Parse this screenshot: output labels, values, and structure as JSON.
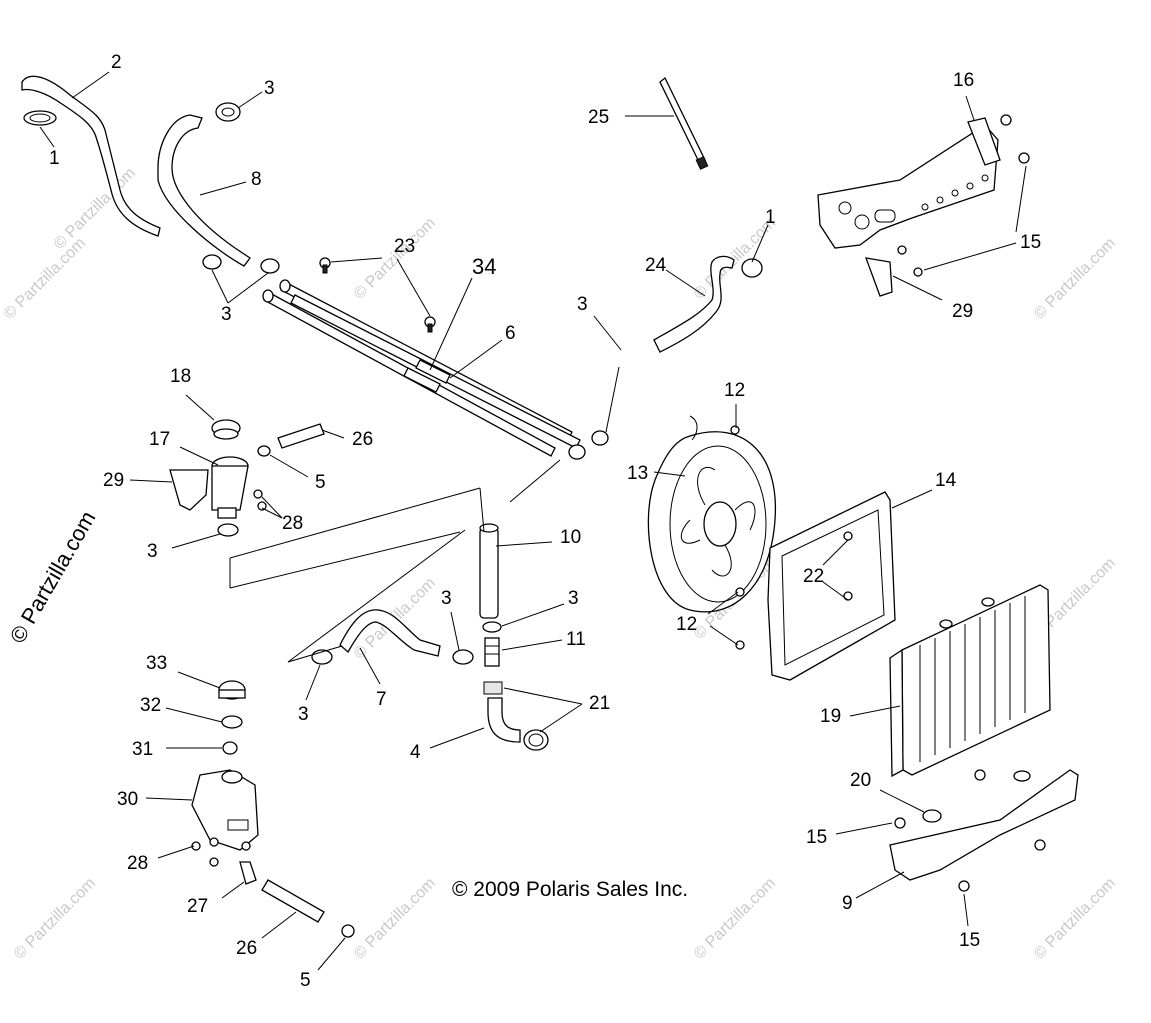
{
  "diagram": {
    "copyright": "© 2009 Polaris Sales Inc.",
    "side_watermark": "© Partzilla.com",
    "tile_watermark": "© Partzilla.com",
    "callouts": [
      {
        "id": "c-2",
        "label": "2"
      },
      {
        "id": "c-1a",
        "label": "1"
      },
      {
        "id": "c-3a",
        "label": "3"
      },
      {
        "id": "c-8",
        "label": "8"
      },
      {
        "id": "c-3b",
        "label": "3"
      },
      {
        "id": "c-23",
        "label": "23"
      },
      {
        "id": "c-34",
        "label": "34"
      },
      {
        "id": "c-6",
        "label": "6"
      },
      {
        "id": "c-25",
        "label": "25"
      },
      {
        "id": "c-1b",
        "label": "1"
      },
      {
        "id": "c-24",
        "label": "24"
      },
      {
        "id": "c-16",
        "label": "16"
      },
      {
        "id": "c-15a",
        "label": "15"
      },
      {
        "id": "c-29a",
        "label": "29"
      },
      {
        "id": "c-3c",
        "label": "3"
      },
      {
        "id": "c-18",
        "label": "18"
      },
      {
        "id": "c-17",
        "label": "17"
      },
      {
        "id": "c-26a",
        "label": "26"
      },
      {
        "id": "c-5a",
        "label": "5"
      },
      {
        "id": "c-29b",
        "label": "29"
      },
      {
        "id": "c-28a",
        "label": "28"
      },
      {
        "id": "c-3d",
        "label": "3"
      },
      {
        "id": "c-12a",
        "label": "12"
      },
      {
        "id": "c-13",
        "label": "13"
      },
      {
        "id": "c-14",
        "label": "14"
      },
      {
        "id": "c-10",
        "label": "10"
      },
      {
        "id": "c-3e",
        "label": "3"
      },
      {
        "id": "c-3f",
        "label": "3"
      },
      {
        "id": "c-11",
        "label": "11"
      },
      {
        "id": "c-22",
        "label": "22"
      },
      {
        "id": "c-12b",
        "label": "12"
      },
      {
        "id": "c-33",
        "label": "33"
      },
      {
        "id": "c-3g",
        "label": "3"
      },
      {
        "id": "c-7",
        "label": "7"
      },
      {
        "id": "c-21",
        "label": "21"
      },
      {
        "id": "c-32",
        "label": "32"
      },
      {
        "id": "c-4",
        "label": "4"
      },
      {
        "id": "c-19",
        "label": "19"
      },
      {
        "id": "c-31",
        "label": "31"
      },
      {
        "id": "c-30",
        "label": "30"
      },
      {
        "id": "c-20",
        "label": "20"
      },
      {
        "id": "c-15b",
        "label": "15"
      },
      {
        "id": "c-28b",
        "label": "28"
      },
      {
        "id": "c-9",
        "label": "9"
      },
      {
        "id": "c-27",
        "label": "27"
      },
      {
        "id": "c-26b",
        "label": "26"
      },
      {
        "id": "c-15c",
        "label": "15"
      },
      {
        "id": "c-5b",
        "label": "5"
      }
    ]
  }
}
